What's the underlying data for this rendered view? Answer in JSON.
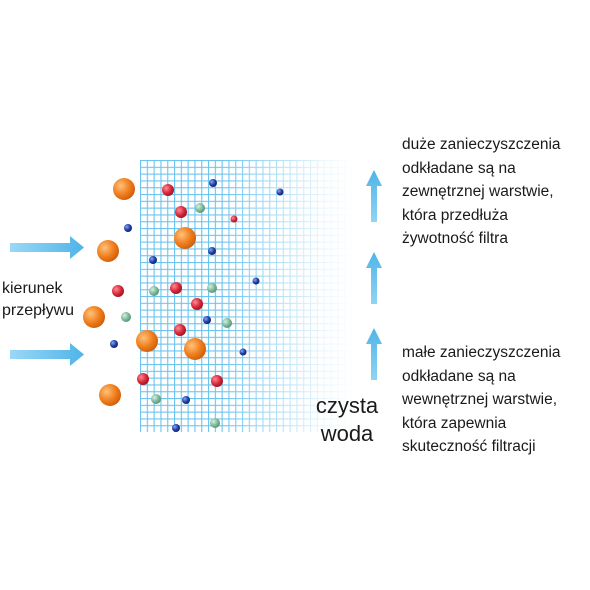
{
  "labels": {
    "flow_direction": [
      "kierunek",
      "przepływu"
    ],
    "clean_water": [
      "czysta",
      "woda"
    ]
  },
  "notes": {
    "large_contaminants": [
      "duże zanieczyszczenia",
      "odkładane są na",
      "zewnętrznej warstwie,",
      "która przedłuża",
      "żywotność filtra"
    ],
    "small_contaminants": [
      "małe zanieczyszczenia",
      "odkładane są na",
      "wewnętrznej warstwie,",
      "która zapewnia",
      "skuteczność filtracji"
    ]
  },
  "colors": {
    "arrow": "#6ec6f0",
    "filter_line": "#6cc3ee",
    "particle_large": "#f07e1e",
    "particle_red": "#d8283a",
    "particle_blue": "#1e3fa0",
    "particle_green": "#7cb89a",
    "text": "#1a1a1a"
  },
  "icons": {
    "inflow_arrows": "right-arrow",
    "outflow_arrows": "up-arrow",
    "particles": "sphere"
  }
}
